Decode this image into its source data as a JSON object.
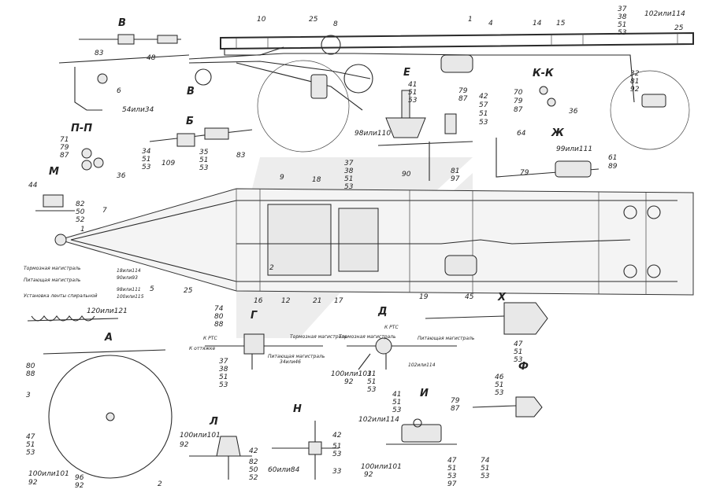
{
  "view_letters": [
    "В",
    "Б",
    "М",
    "П-П",
    "Е",
    "К-К",
    "Ж",
    "А",
    "Г",
    "Д",
    "Х",
    "Ф",
    "И",
    "Л",
    "Н"
  ],
  "callouts": {
    "top": [
      "10",
      "25",
      "8",
      "1",
      "4",
      "14",
      "15",
      "37",
      "38",
      "51",
      "53",
      "102или114",
      "25",
      "32",
      "81",
      "92"
    ],
    "v_view": [
      "83",
      "48"
    ],
    "left_top": [
      "6",
      "54или34",
      "В"
    ],
    "b_view": [
      "34",
      "51",
      "53",
      "109",
      "35",
      "51",
      "53",
      "83"
    ],
    "pp_view": [
      "71",
      "79",
      "87",
      "36"
    ],
    "m_view": [
      "44",
      "82",
      "50",
      "52"
    ],
    "e_view": [
      "41",
      "51",
      "53",
      "79",
      "87",
      "42",
      "57",
      "51",
      "53",
      "98или110",
      "90",
      "97",
      "81"
    ],
    "kk_view": [
      "70",
      "79",
      "87",
      "36"
    ],
    "zh_view": [
      "64",
      "79",
      "99или111",
      "61",
      "89"
    ],
    "middle": [
      "9",
      "18",
      "37",
      "38",
      "51",
      "53",
      "7",
      "1",
      "5",
      "25",
      "16",
      "12",
      "21",
      "17",
      "19",
      "2"
    ],
    "left_notes": [
      "Тормозная магистраль",
      "Питающая магистраль",
      "Установка ленты спиральной",
      "18или114",
      "90или93",
      "98или111",
      "100или115"
    ],
    "spiral": "120или121",
    "a_view": [
      "80",
      "88",
      "3",
      "47",
      "51",
      "53",
      "100или101",
      "92",
      "96",
      "92",
      "2"
    ],
    "g_view": [
      "74",
      "80",
      "88",
      "К РТС",
      "К оттяжке",
      "37",
      "38",
      "51",
      "53",
      "34или46",
      "Тормозная магистраль",
      "Питающая магистраль"
    ],
    "d_view": [
      "К РТС",
      "Тормозная магистраль",
      "Питающая магистраль",
      "100или101",
      "92",
      "31",
      "51",
      "53",
      "102или114"
    ],
    "kh_view": [
      "45",
      "47",
      "51",
      "53"
    ],
    "f_view": [
      "46",
      "51",
      "53"
    ],
    "i_view": [
      "41",
      "51",
      "53",
      "102или114",
      "79",
      "87",
      "100или101",
      "92",
      "47",
      "51",
      "53",
      "97",
      "74",
      "51",
      "53"
    ],
    "l_view": [
      "100или101",
      "92",
      "42",
      "82",
      "50",
      "52"
    ],
    "n_view": [
      "60или84",
      "42",
      "51",
      "53",
      "33"
    ]
  }
}
